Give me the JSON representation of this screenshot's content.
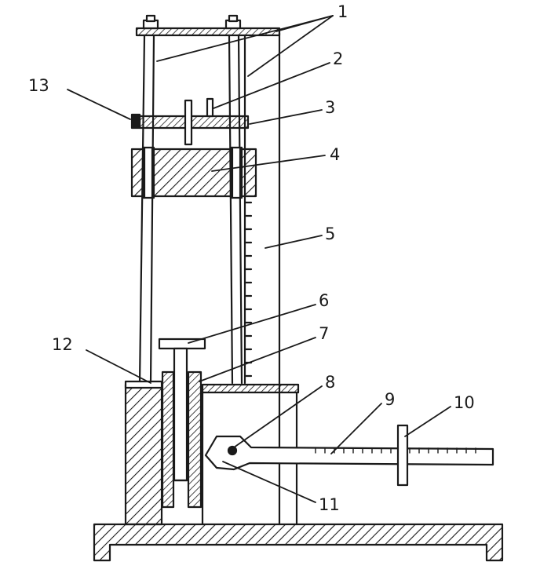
{
  "figure": {
    "background": "#ffffff",
    "ink": "#1a1a1a",
    "labels": [
      {
        "id": "1",
        "text": "1"
      },
      {
        "id": "2",
        "text": "2"
      },
      {
        "id": "3",
        "text": "3"
      },
      {
        "id": "4",
        "text": "4"
      },
      {
        "id": "5",
        "text": "5"
      },
      {
        "id": "6",
        "text": "6"
      },
      {
        "id": "7",
        "text": "7"
      },
      {
        "id": "8",
        "text": "8"
      },
      {
        "id": "9",
        "text": "9"
      },
      {
        "id": "10",
        "text": "10"
      },
      {
        "id": "11",
        "text": "11"
      },
      {
        "id": "12",
        "text": "12"
      },
      {
        "id": "13",
        "text": "13"
      }
    ]
  }
}
